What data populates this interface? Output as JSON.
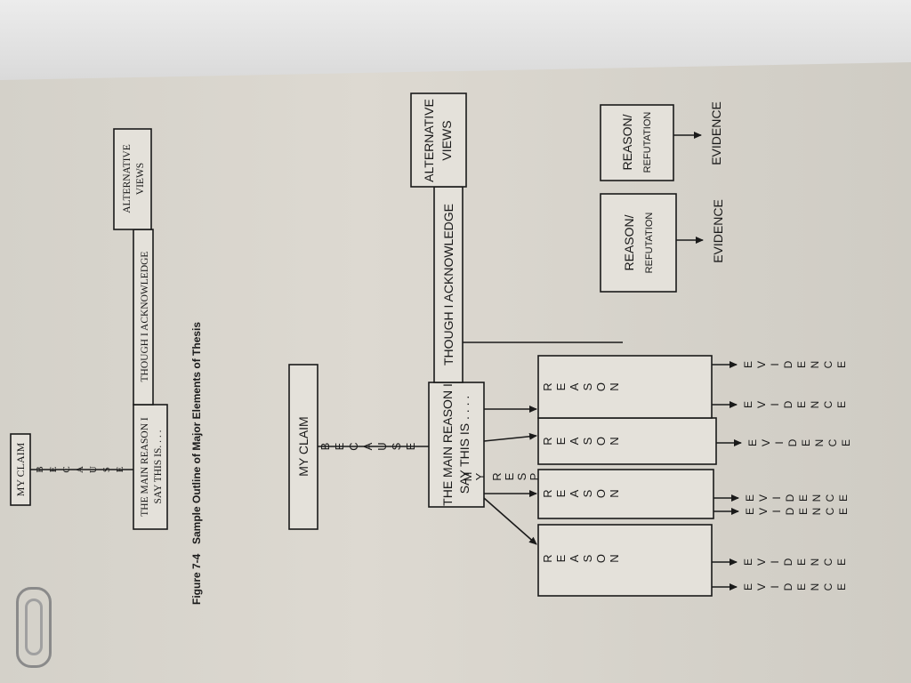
{
  "figure": {
    "caption": "Figure 7-4",
    "title": "Sample Outline of Major Elements of Thesis"
  },
  "small_outline": {
    "claim": "MY CLAIM",
    "because": "BECAUSE",
    "main_reason_line1": "THE MAIN REASON I",
    "main_reason_line2": "SAY THIS IS. . . .",
    "though": "THOUGH I ACKNOWLEDGE",
    "alt_line1": "ALTERNATIVE",
    "alt_line2": "VIEWS"
  },
  "large_outline": {
    "claim": "MY CLAIM",
    "because": "BECAUSE",
    "main_reason_line1": "THE MAIN REASON I",
    "main_reason_line2": "SAY THIS IS . . . .",
    "though": "THOUGH I ACKNOWLEDGE",
    "alt_line1": "ALTERNATIVE",
    "alt_line2": "VIEWS",
    "reason": "REASON",
    "evidence": "EVIDENCE",
    "my_responses": "MY RESPONSES",
    "reason_refutation_a": "REASON/",
    "reason_refutation_b": "REFUTATION"
  }
}
